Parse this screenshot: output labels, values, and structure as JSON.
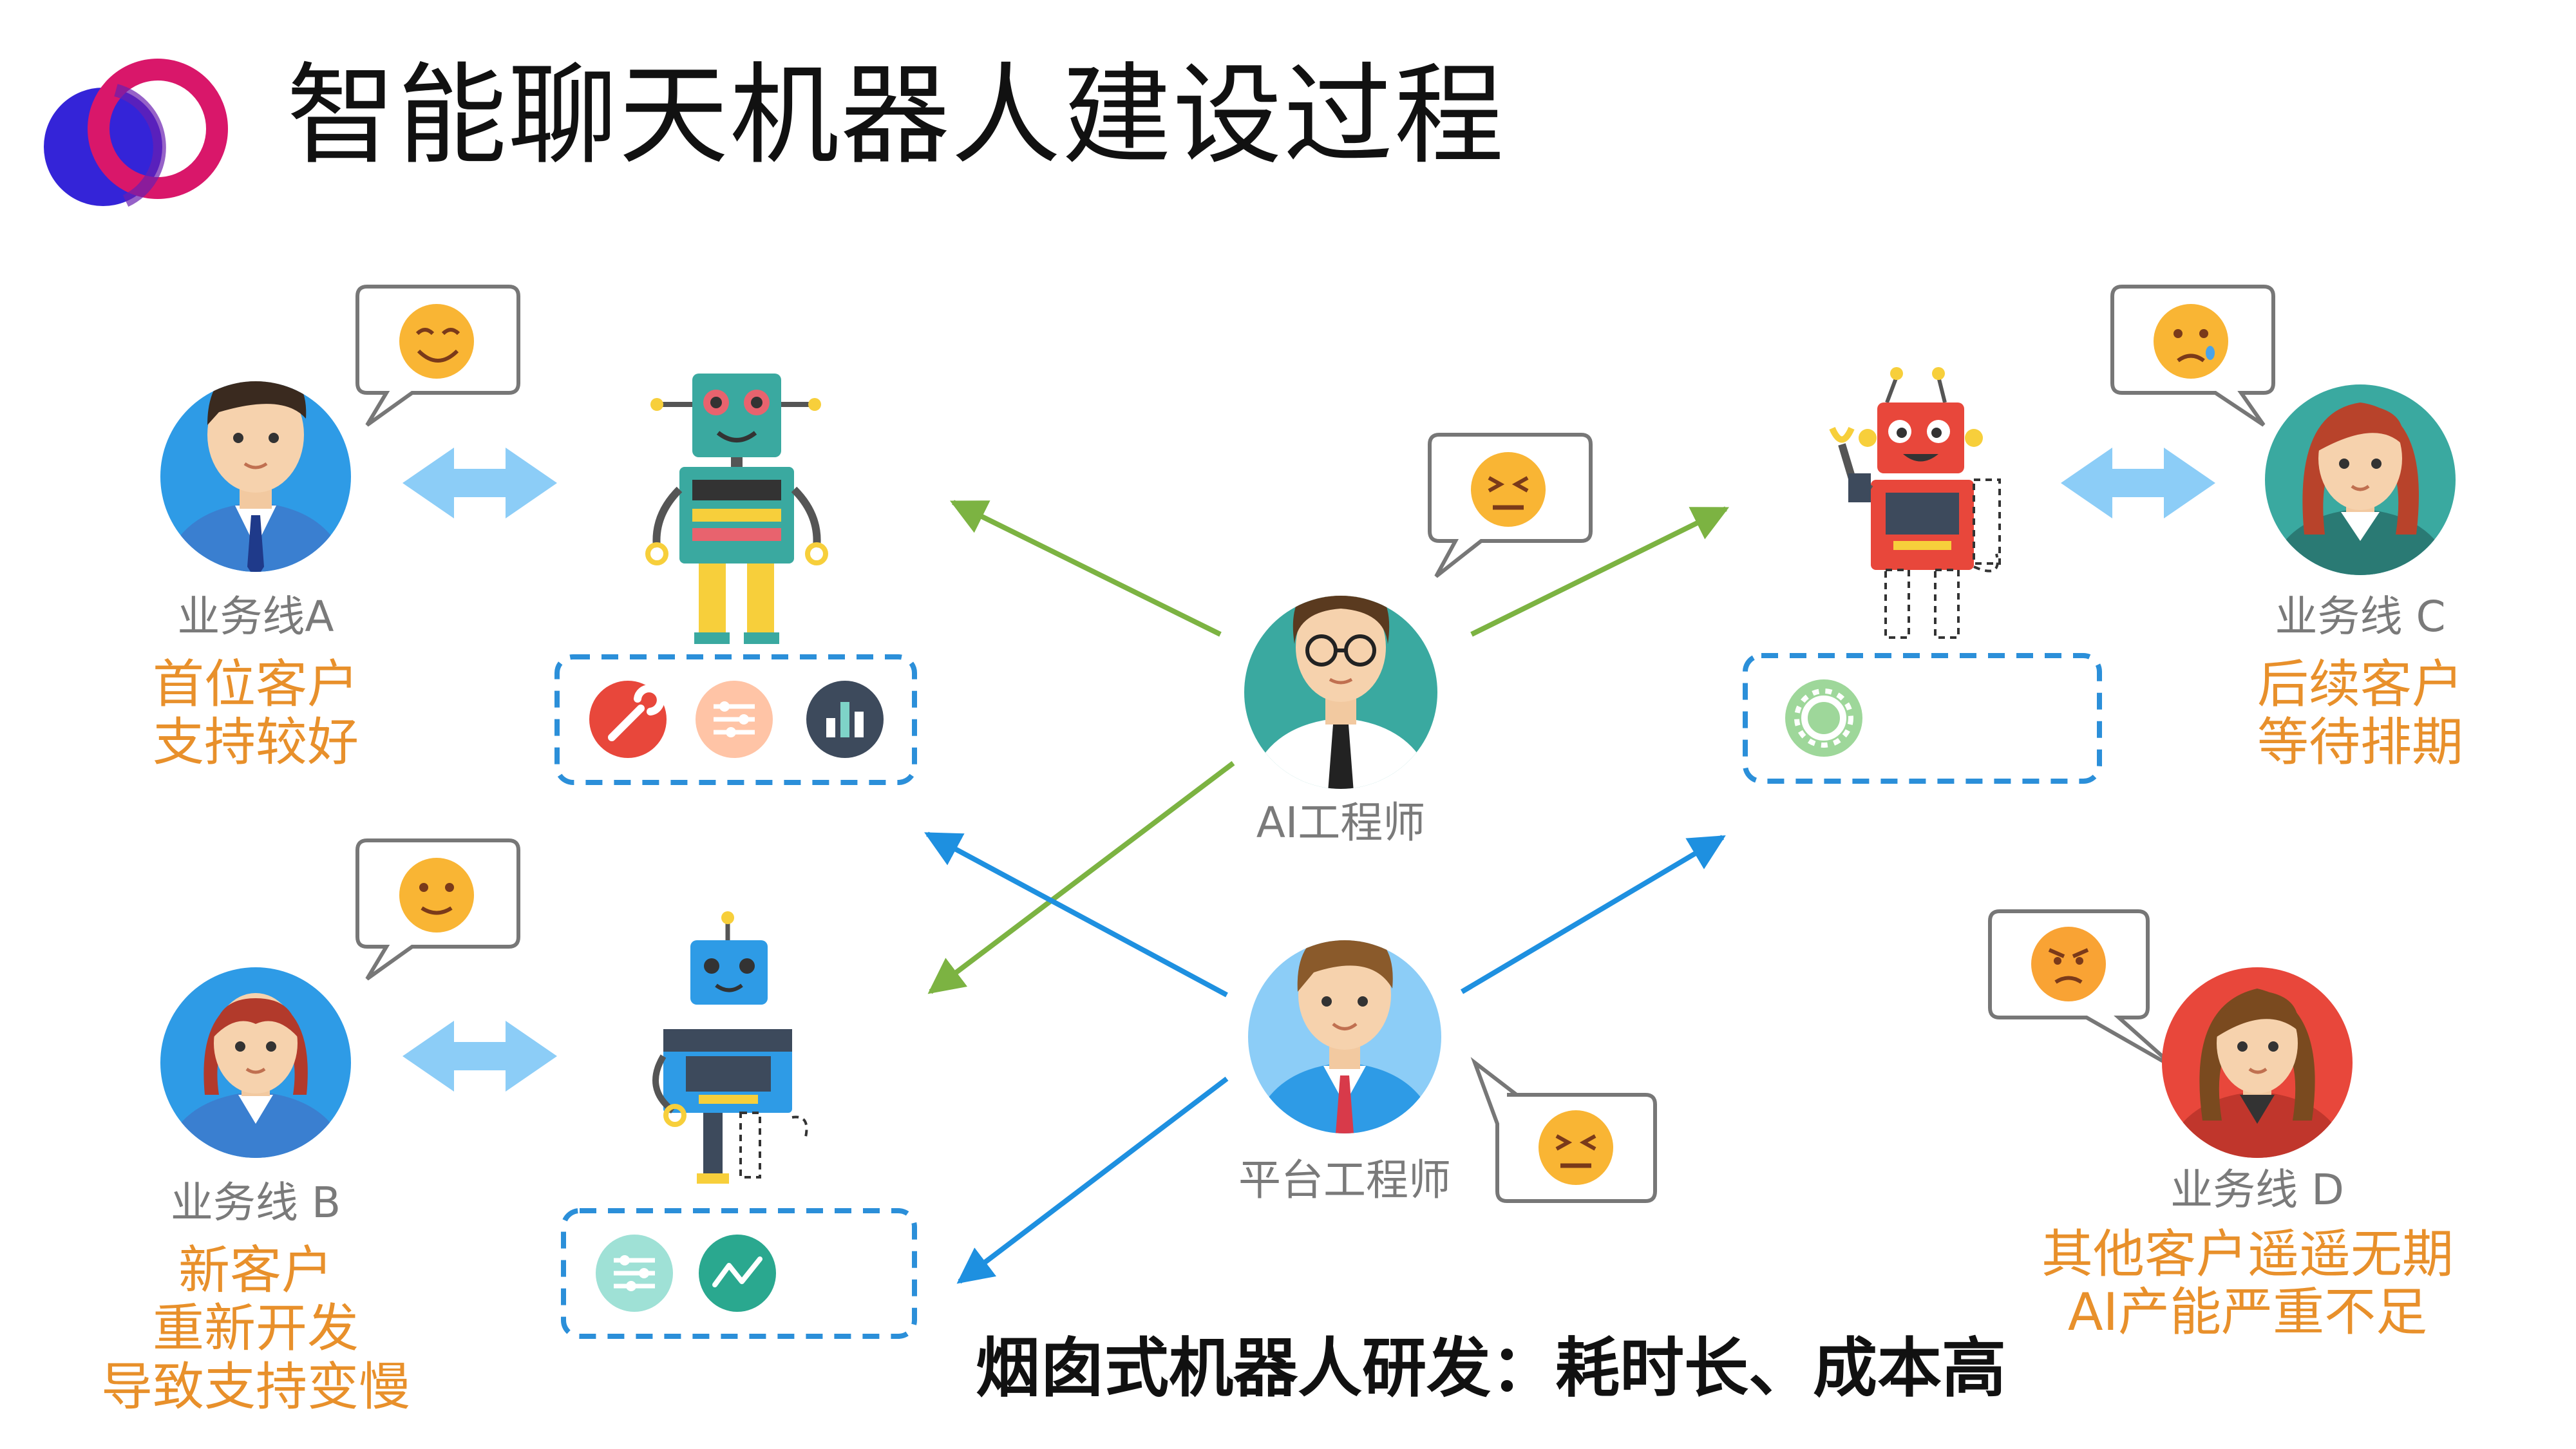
{
  "title": "智能聊天机器人建设过程",
  "footer": "烟囱式机器人研发：耗时长、成本高",
  "engineers": {
    "ai": "AI工程师",
    "platform": "平台工程师"
  },
  "customers": {
    "a": {
      "name": "业务线A",
      "status": [
        "首位客户",
        "支持较好"
      ]
    },
    "b": {
      "name": "业务线 B",
      "status": [
        "新客户",
        "重新开发",
        "导致支持变慢"
      ]
    },
    "c": {
      "name": "业务线 C",
      "status": [
        "后续客户",
        "等待排期"
      ]
    },
    "d": {
      "name": "业务线 D",
      "status": [
        "其他客户遥遥无期",
        "AI产能严重不足"
      ]
    }
  },
  "colors": {
    "orange": "#e8902b",
    "green_arrow": "#7cb342",
    "blue_arrow": "#1e90e0",
    "dashed_box": "#2b8fd9",
    "double_arrow": "#8ccdf7",
    "logo_blue": "#2b2ad6",
    "logo_red": "#d4145a"
  }
}
